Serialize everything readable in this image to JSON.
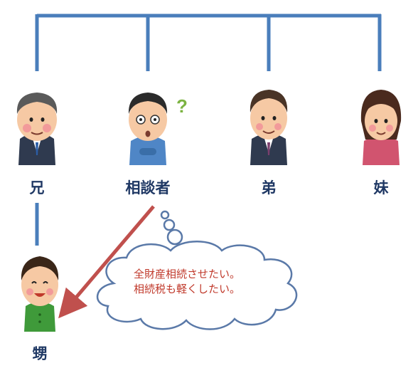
{
  "people": {
    "older_brother": "兄",
    "client": "相談者",
    "younger_brother": "弟",
    "younger_sister": "妹",
    "nephew": "甥"
  },
  "client_mark": "?",
  "thought": {
    "line1": "全財産相続させたい。",
    "line2": "相続税も軽くしたい。"
  },
  "colors": {
    "tree_line": "#4a7ebb",
    "arrow": "#c0504d",
    "label": "#1f3864",
    "thought_text": "#c0392b",
    "skin": "#f6c9a4",
    "cheek": "#f29a9a"
  },
  "icons": [
    "older-brother-icon",
    "client-icon",
    "younger-brother-icon",
    "younger-sister-icon",
    "nephew-icon",
    "thought-bubble-icon",
    "arrow-icon"
  ]
}
